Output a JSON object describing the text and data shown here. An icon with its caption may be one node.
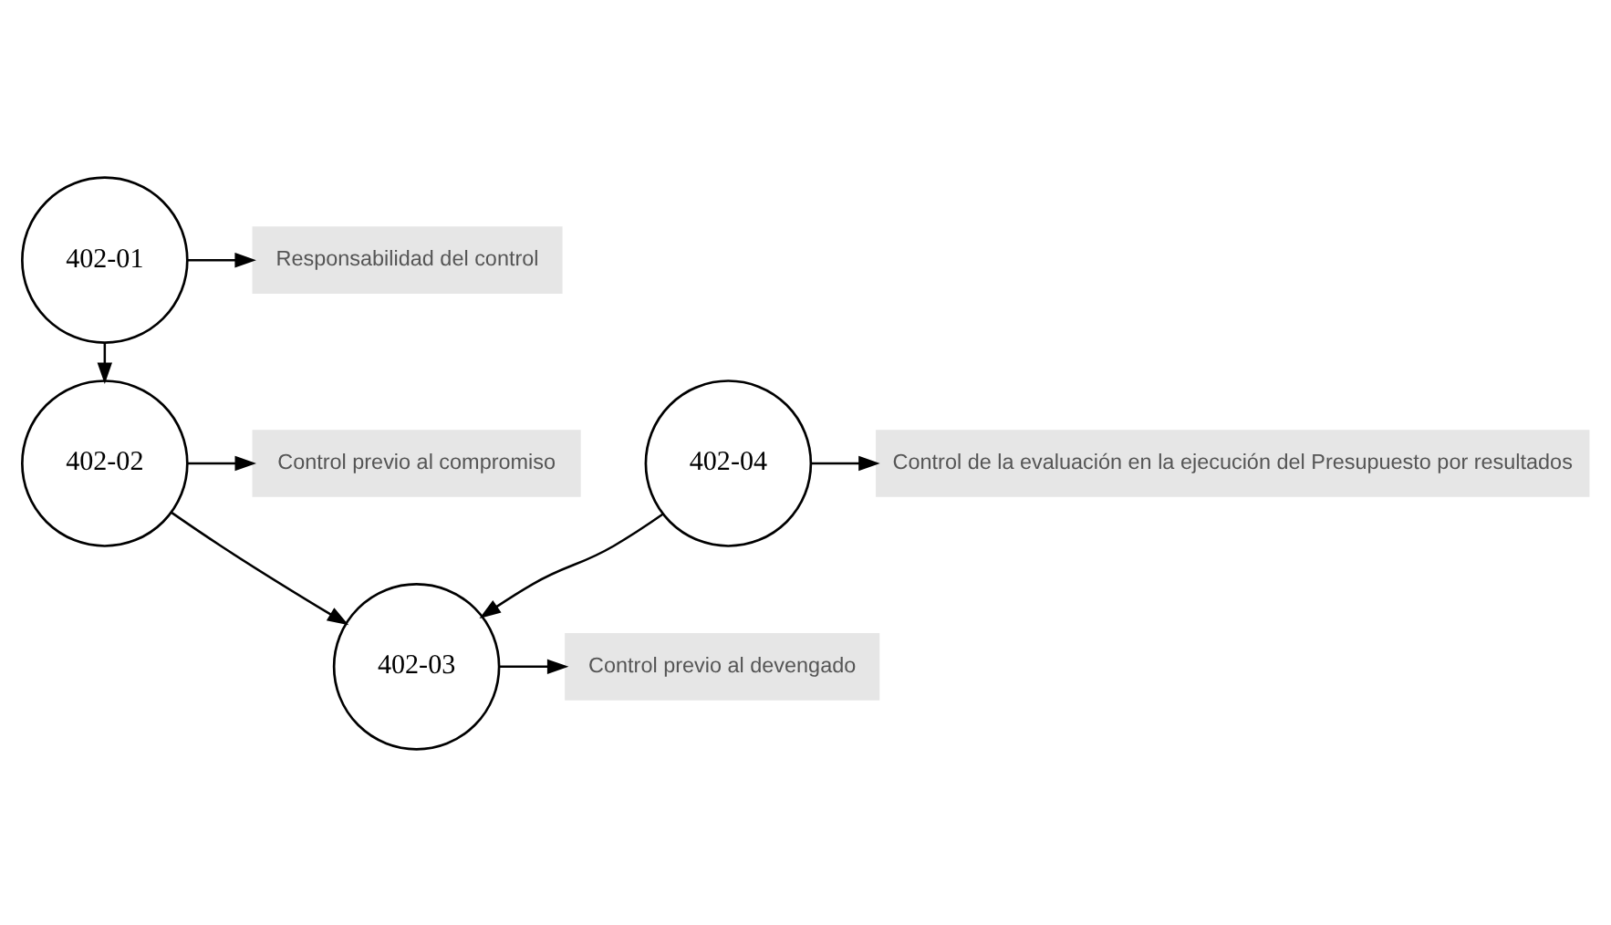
{
  "diagram": {
    "nodes": [
      {
        "text": [
          "Responsabilidad del control"
        ]
      },
      {
        "text": [
          "402-01"
        ]
      },
      {
        "text": [
          "402-02"
        ]
      },
      {
        "text": [
          "Control previo al compromiso"
        ]
      },
      {
        "text": [
          "Control previo al devengado"
        ]
      },
      {
        "text": [
          "402-03"
        ]
      },
      {
        "text": [
          "402-04"
        ]
      },
      {
        "text": [
          "Control de la evaluación en la ejecución del Presupuesto por resultados"
        ]
      }
    ],
    "edges": [
      {
        "from": 1,
        "to": 0,
        "arrow": "to"
      },
      {
        "from": 1,
        "to": 2,
        "arrow": "to"
      },
      {
        "from": 2,
        "to": 5,
        "arrow": "to"
      },
      {
        "from": 2,
        "to": 3,
        "arrow": "to"
      },
      {
        "from": 5,
        "to": 4,
        "arrow": "to"
      },
      {
        "from": 6,
        "to": 5,
        "arrow": "to"
      },
      {
        "from": 6,
        "to": 7,
        "arrow": "to"
      }
    ]
  }
}
